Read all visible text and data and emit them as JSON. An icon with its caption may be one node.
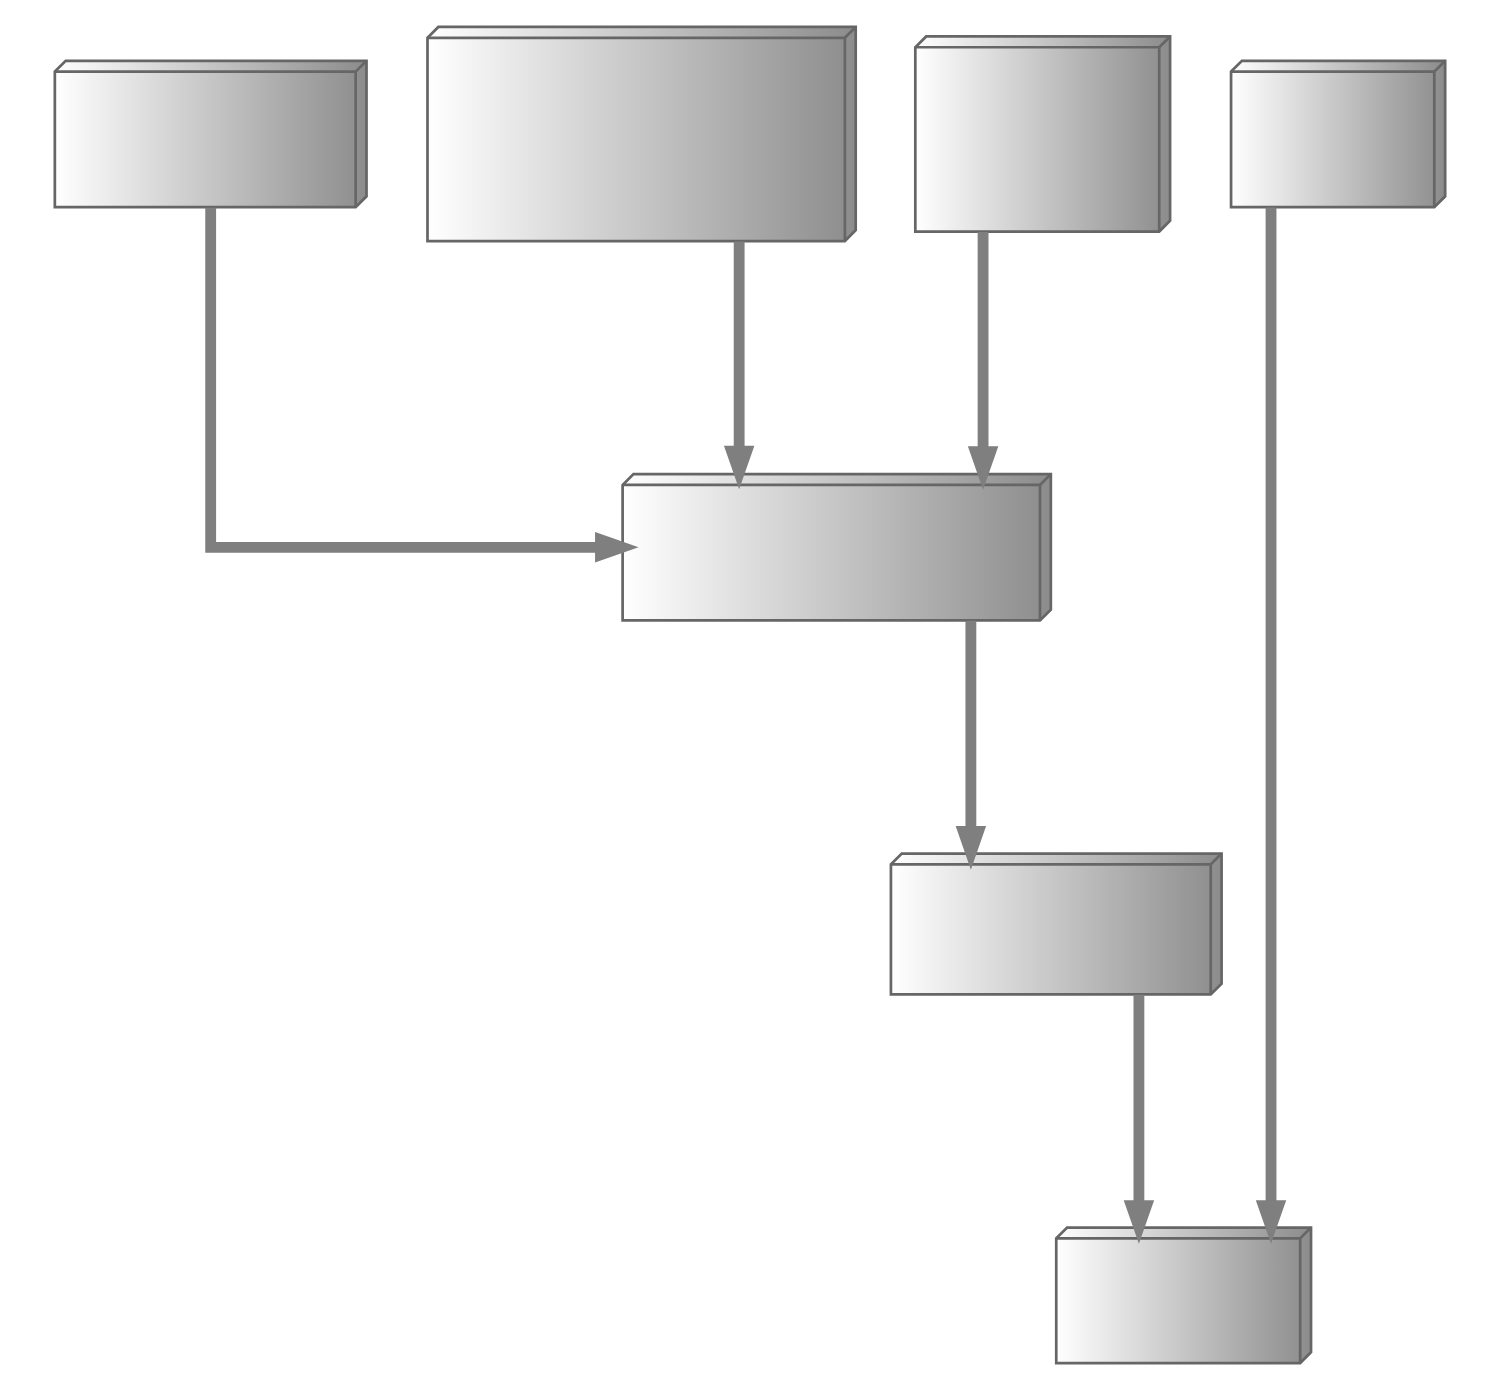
{
  "diagram": {
    "nodes": [
      {
        "text": [],
        "shape": "box"
      },
      {
        "text": [],
        "shape": "box"
      },
      {
        "text": [],
        "shape": "box"
      },
      {
        "text": [],
        "shape": "box"
      },
      {
        "text": [],
        "shape": "box"
      },
      {
        "text": [],
        "shape": "box"
      },
      {
        "text": [],
        "shape": "box"
      }
    ],
    "edges": [
      {
        "from": 0,
        "to": 4,
        "arrow": "to"
      },
      {
        "from": 1,
        "to": 4,
        "arrow": "to"
      },
      {
        "from": 2,
        "to": 4,
        "arrow": "to"
      },
      {
        "from": 4,
        "to": 5,
        "arrow": "to"
      },
      {
        "from": 5,
        "to": 6,
        "arrow": "to"
      },
      {
        "from": 3,
        "to": 6,
        "arrow": "to"
      }
    ]
  }
}
